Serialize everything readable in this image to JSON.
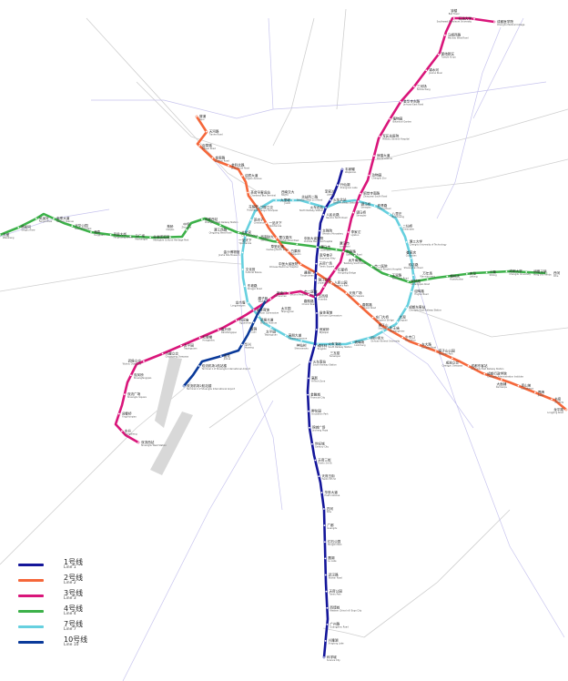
{
  "legend": [
    {
      "cn": "1号线",
      "en": "Line 1",
      "color": "#14169a"
    },
    {
      "cn": "2号线",
      "en": "Line 2",
      "color": "#f5673a"
    },
    {
      "cn": "3号线",
      "en": "Line 3",
      "color": "#d9157a"
    },
    {
      "cn": "4号线",
      "en": "Line 4",
      "color": "#3cb149"
    },
    {
      "cn": "7号线",
      "en": "Line 7",
      "color": "#66d0df"
    },
    {
      "cn": "10号线",
      "en": "Line 10",
      "color": "#0a3a9a"
    }
  ],
  "lines": [
    {
      "id": "line1",
      "color": "#14169a",
      "stations": [
        {
          "cn": "韦家碾",
          "en": "Weijianian"
        },
        {
          "cn": "升仙湖",
          "en": "Shengxian Lake"
        },
        {
          "cn": "火车北站",
          "en": "North Railway Station"
        },
        {
          "cn": "人民北路",
          "en": "Renmin North Road"
        },
        {
          "cn": "文殊院",
          "en": "Wenshu Monastery"
        },
        {
          "cn": "骡马市",
          "en": "Luomashi"
        },
        {
          "cn": "天府广场",
          "en": "Tianfu Square"
        },
        {
          "cn": "锦江宾馆",
          "en": "Jinjiang Hotel"
        },
        {
          "cn": "华西坝",
          "en": "Huaxiba"
        },
        {
          "cn": "省体育馆",
          "en": "Sichuan Gymnasium"
        },
        {
          "cn": "倪家桥",
          "en": "Nijiaqiao"
        },
        {
          "cn": "桐梓林",
          "en": "Tongzilin"
        },
        {
          "cn": "火车南站",
          "en": "South Railway Station"
        },
        {
          "cn": "高新",
          "en": "Hi-Tech Zone"
        },
        {
          "cn": "金融城",
          "en": "Financial City"
        },
        {
          "cn": "孵化园",
          "en": "Incubation Park"
        },
        {
          "cn": "锦城广场",
          "en": "Jincheng Plaza"
        },
        {
          "cn": "世纪城",
          "en": "Century City"
        },
        {
          "cn": "天府三街",
          "en": "Tianfu 3rd St"
        },
        {
          "cn": "天府五街",
          "en": "Tianfu 5th St"
        },
        {
          "cn": "华府大道",
          "en": "Huafu Avenue"
        },
        {
          "cn": "四河",
          "en": "Sihe"
        },
        {
          "cn": "广都",
          "en": "Guangdu"
        },
        {
          "cn": "红石公园",
          "en": "Hongshi Park"
        },
        {
          "cn": "麓湖",
          "en": "Lu Lake"
        },
        {
          "cn": "武汉路",
          "en": "Wuhan Road"
        },
        {
          "cn": "天府公园",
          "en": "Tianfu Park"
        },
        {
          "cn": "西博城",
          "en": "Western China Int'l Expo City"
        },
        {
          "cn": "广州路",
          "en": "Guangzhou Road"
        },
        {
          "cn": "兴隆湖",
          "en": "Xinglong Lake"
        },
        {
          "cn": "科学城",
          "en": "Science City"
        }
      ]
    },
    {
      "id": "line2",
      "color": "#f5673a",
      "stations": [
        {
          "cn": "犀浦",
          "en": "Xipu"
        },
        {
          "cn": "天河路",
          "en": "Tianhe Road"
        },
        {
          "cn": "百草路",
          "en": "Baicao Road"
        },
        {
          "cn": "金周路",
          "en": "Jinzhou Road"
        },
        {
          "cn": "金科北路",
          "en": "Jinke North Road"
        },
        {
          "cn": "迎宾大道",
          "en": "Yingbin Avenue"
        },
        {
          "cn": "茶店子客运站",
          "en": "Chadianzi Bus Terminal"
        },
        {
          "cn": "羊犀立交",
          "en": "Yangxi Overpass"
        },
        {
          "cn": "一品天下",
          "en": "Yipintianxia"
        },
        {
          "cn": "蜀汉路东",
          "en": "Shuhan Road East"
        },
        {
          "cn": "白果林",
          "en": "Baiguolin"
        },
        {
          "cn": "中医大省医院",
          "en": "Chinese Medicine Hospital"
        },
        {
          "cn": "通惠门",
          "en": "Tonghuimen"
        },
        {
          "cn": "人民公园",
          "en": "People's Park"
        },
        {
          "cn": "天府广场",
          "en": "Tianfu Square"
        },
        {
          "cn": "春熙路",
          "en": "Chunxi Road"
        },
        {
          "cn": "东门大桥",
          "en": "Dongmen Bridge"
        },
        {
          "cn": "牛王庙",
          "en": "Niuwangmiao"
        },
        {
          "cn": "牛市口",
          "en": "Niushikou"
        },
        {
          "cn": "东大路",
          "en": "Dongda Road"
        },
        {
          "cn": "塔子山公园",
          "en": "Tazishan Park"
        },
        {
          "cn": "成渝立交",
          "en": "Chengyu Overpass"
        },
        {
          "cn": "成都东客站",
          "en": "Chengdu East Railway Station"
        },
        {
          "cn": "成都行政学院",
          "en": "Chengdu Administration Institute"
        },
        {
          "cn": "大面铺",
          "en": "Damianpu"
        },
        {
          "cn": "连山坡",
          "en": "Lianshanpo"
        },
        {
          "cn": "界牌",
          "en": "Jiepai"
        },
        {
          "cn": "书房",
          "en": "Shufang"
        },
        {
          "cn": "龙平路",
          "en": "Longping Road"
        }
      ]
    },
    {
      "id": "line3",
      "color": "#d9157a",
      "stations": [
        {
          "cn": "成都医学院",
          "en": "Chengdu Medical College"
        },
        {
          "cn": "石油大学",
          "en": "Southwest Petroleum University"
        },
        {
          "cn": "钟楼",
          "en": "Bell Tower"
        },
        {
          "cn": "马超西路",
          "en": "Machao West Road"
        },
        {
          "cn": "团结新区",
          "en": "Tuanjie Xinqu"
        },
        {
          "cn": "锦水河",
          "en": "Jinshui River"
        },
        {
          "cn": "三河场",
          "en": "Sanhechang"
        },
        {
          "cn": "金华寺东路",
          "en": "Jinhuasi East Road"
        },
        {
          "cn": "植物园",
          "en": "Botanical Garden"
        },
        {
          "cn": "军区总医院",
          "en": "Military General Hospital"
        },
        {
          "cn": "熊猫大道",
          "en": "Panda Avenue"
        },
        {
          "cn": "动物园",
          "en": "Chengdu Zoo"
        },
        {
          "cn": "昭觉寺南路",
          "en": "Zhaojuesi South Road"
        },
        {
          "cn": "驷马桥",
          "en": "Simaqiao"
        },
        {
          "cn": "李家沱",
          "en": "Lijiatuo"
        },
        {
          "cn": "前锋路",
          "en": "Qianfeng Road"
        },
        {
          "cn": "红星桥",
          "en": "Hongxing Bridge"
        },
        {
          "cn": "市二医院",
          "en": "Second People's Hospital"
        },
        {
          "cn": "春熙路",
          "en": "Chunxi Road"
        },
        {
          "cn": "新南门",
          "en": "Xinnanmen"
        },
        {
          "cn": "磨子桥",
          "en": "Moziqiao"
        },
        {
          "cn": "省体育馆",
          "en": "Sichuan Gymnasium"
        },
        {
          "cn": "衣冠庙",
          "en": "Yiguanmiao"
        },
        {
          "cn": "高升桥",
          "en": "Gaoshengqiao"
        },
        {
          "cn": "红牌楼",
          "en": "Hongpailou"
        },
        {
          "cn": "太平园",
          "en": "Taipingyuan"
        },
        {
          "cn": "川藏立交",
          "en": "Chuanzang Overpass"
        },
        {
          "cn": "武侯立交",
          "en": "Wuhou Overpass"
        },
        {
          "cn": "双凤桥",
          "en": "Shuangfengqiao"
        },
        {
          "cn": "双流广场",
          "en": "Shuangliu Square"
        },
        {
          "cn": "迎春桥",
          "en": "Yingchunqiao"
        },
        {
          "cn": "东升",
          "en": "Dongsheng"
        },
        {
          "cn": "双流西站",
          "en": "Shuangliu West Station"
        }
      ]
    },
    {
      "id": "line4",
      "color": "#3cb149",
      "stations": [
        {
          "cn": "万盛",
          "en": "Wansheng"
        },
        {
          "cn": "杨柳河",
          "en": "Yangliu River"
        },
        {
          "cn": "凤溪河",
          "en": "Fengxi River"
        },
        {
          "cn": "南熏大道",
          "en": "Nanxun Avenue"
        },
        {
          "cn": "光华公园",
          "en": "Guanghua Park"
        },
        {
          "cn": "涌泉",
          "en": "Yongquan"
        },
        {
          "cn": "凤凰大街",
          "en": "Fenghuang Street"
        },
        {
          "cn": "马厂坝",
          "en": "Machangba"
        },
        {
          "cn": "非遗博览园",
          "en": "Intangible Cultural Heritage Park"
        },
        {
          "cn": "蔡桥",
          "en": "Caiqiao"
        },
        {
          "cn": "中坝",
          "en": "Zhongba"
        },
        {
          "cn": "成都西站",
          "en": "Chengdu West Railway Station"
        },
        {
          "cn": "清江西路",
          "en": "Qingjiang West Road"
        },
        {
          "cn": "文化宫",
          "en": "Cultural Palace"
        },
        {
          "cn": "西南财大",
          "en": "SWUFE"
        },
        {
          "cn": "草堂北路",
          "en": "Caotang North Road"
        },
        {
          "cn": "中医大省医院",
          "en": "Chinese Medicine Hospital"
        },
        {
          "cn": "宽窄巷子",
          "en": "Kuanzhai Alley"
        },
        {
          "cn": "骡马市",
          "en": "Luomashi"
        },
        {
          "cn": "太升南路",
          "en": "Taisheng South Road"
        },
        {
          "cn": "市二医院",
          "en": "Second People's Hospital"
        },
        {
          "cn": "玉双路",
          "en": "Yushuang Road"
        },
        {
          "cn": "双桥路",
          "en": "Shuangqiao Road"
        },
        {
          "cn": "万年场",
          "en": "Wanniancang"
        },
        {
          "cn": "槐树店",
          "en": "Huaishudian"
        },
        {
          "cn": "来龙",
          "en": "Lailong"
        },
        {
          "cn": "十陵",
          "en": "Shiling"
        },
        {
          "cn": "成都大学",
          "en": "Chengdu University"
        },
        {
          "cn": "明蜀王陵",
          "en": "Ming Shu Tombs"
        },
        {
          "cn": "西河",
          "en": "Xihe"
        }
      ]
    },
    {
      "id": "line7",
      "color": "#66d0df",
      "loop": true,
      "stations": [
        {
          "cn": "火车北站",
          "en": "North Railway Station"
        },
        {
          "cn": "北站西二路",
          "en": "Beizhan West 2nd Road"
        },
        {
          "cn": "九里堤",
          "en": "Jiulidi"
        },
        {
          "cn": "西南交大",
          "en": "SWJTU"
        },
        {
          "cn": "花照壁",
          "en": "Huazhaobi"
        },
        {
          "cn": "茶店子",
          "en": "Chadianzi"
        },
        {
          "cn": "一品天下",
          "en": "Yipintianxia"
        },
        {
          "cn": "金沙博物馆",
          "en": "Jinsha Site Museum"
        },
        {
          "cn": "文化宫",
          "en": "Cultural Palace"
        },
        {
          "cn": "东坡路",
          "en": "Dongpo Road"
        },
        {
          "cn": "龙爪堰",
          "en": "Longzhaoyan"
        },
        {
          "cn": "武侯大道",
          "en": "Wuhou Avenue"
        },
        {
          "cn": "太平园",
          "en": "Taipingyuan"
        },
        {
          "cn": "高朋大道",
          "en": "Gaopeng Avenue"
        },
        {
          "cn": "神仙树",
          "en": "Shenxianshu"
        },
        {
          "cn": "火车南站",
          "en": "South Railway Station"
        },
        {
          "cn": "三瓦窑",
          "en": "Sanwayao"
        },
        {
          "cn": "琉璃场",
          "en": "Liulichang"
        },
        {
          "cn": "四川师大",
          "en": "Sichuan Normal University"
        },
        {
          "cn": "狮子山",
          "en": "Shizishan"
        },
        {
          "cn": "大观",
          "en": "Daguan"
        },
        {
          "cn": "成都东客站",
          "en": "Chengdu East Railway Station"
        },
        {
          "cn": "迎晖路",
          "en": "Yinghui Road"
        },
        {
          "cn": "双店路",
          "en": "Shuangdian Road"
        },
        {
          "cn": "崔家店",
          "en": "Cuijiadian"
        },
        {
          "cn": "理工大学",
          "en": "Chengdu University of Technology"
        },
        {
          "cn": "二仙桥",
          "en": "Erxianqiao"
        },
        {
          "cn": "八里庄",
          "en": "Balizhuang"
        },
        {
          "cn": "府青路",
          "en": "Fuqing Road"
        },
        {
          "cn": "驷马桥",
          "en": "Simaqiao"
        },
        {
          "cn": "李家沱",
          "en": "Lijiatuo"
        }
      ]
    },
    {
      "id": "line10",
      "color": "#0a3a9a",
      "stations": [
        {
          "cn": "太平园",
          "en": "Taipingyuan"
        },
        {
          "cn": "簇锦",
          "en": "Cujin"
        },
        {
          "cn": "华兴",
          "en": "Huaxing"
        },
        {
          "cn": "金花",
          "en": "Jinhua"
        },
        {
          "cn": "双流机场1航站楼",
          "en": "Terminal 1 of Shuangliu International Airport"
        },
        {
          "cn": "双流机场2航站楼",
          "en": "Terminal 2 of Shuangliu International Airport"
        }
      ]
    }
  ]
}
